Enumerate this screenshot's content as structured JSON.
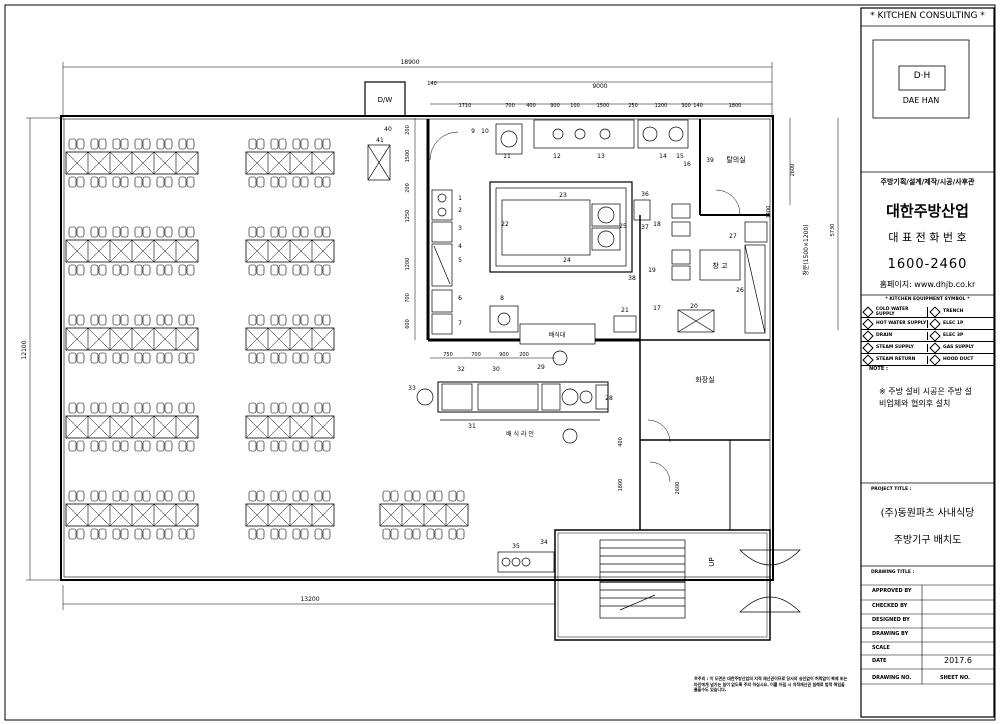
{
  "consulting": "* KITCHEN CONSULTING *",
  "logo": {
    "mark": "D·H",
    "name": "DAE HAN"
  },
  "company": {
    "services": "주방기획/설계/제작/시공/사후관",
    "name": "대한주방산업",
    "phone_label": "대 표 전 화 번 호",
    "phone": "1600-2460",
    "homepage": "홈페이지: www.dhjb.co.kr"
  },
  "symbols": {
    "title": "* KITCHEN EQUIPMENT SYMBOL *",
    "items": [
      [
        "COLD WATER SUPPLY",
        "TRENCH"
      ],
      [
        "HOT WATER SUPPLY",
        "ELEC 1P"
      ],
      [
        "DRAIN",
        "ELEC 3P"
      ],
      [
        "STEAM SUPPLY",
        "GAS SUPPLY"
      ],
      [
        "STEAM RETURN",
        "HOOD DUCT"
      ]
    ]
  },
  "note": {
    "label": "NOTE :",
    "text": "※ 주방 설비 시공은 주방 설비업체와 협의후 설치"
  },
  "project": {
    "label": "PROJECT TITLE :",
    "name": "(주)동원파츠 사내식당",
    "subtitle": "주방기구 배치도"
  },
  "drawing_title_label": "DRAWING TITLE :",
  "title_block": [
    {
      "label": "APPROVED BY",
      "value": ""
    },
    {
      "label": "CHECKED BY",
      "value": ""
    },
    {
      "label": "DESIGNED BY",
      "value": ""
    },
    {
      "label": "DRAWING BY",
      "value": ""
    },
    {
      "label": "SCALE",
      "value": ""
    },
    {
      "label": "DATE",
      "value": "2017.6"
    }
  ],
  "drawing_no_label": "DRAWING NO.",
  "sheet_no_label": "SHEET NO.",
  "disclaimer": "※주의 : 이 도면은 대한주방산업의 지적 재산권이므로 당사의 승인없이 허락없이 복제 또는 타인에게 넘기는 일이 없도록 주의 하십시요. 이를 어길 시 지적재산권 침해로 법적 책임을 물을수도 있습니다.",
  "plan": {
    "dimensions": {
      "overall_width": "18900",
      "overall_height": "12100",
      "dining_width": "13200",
      "kitchen_width": "9000",
      "d140": "140",
      "top_row": [
        "1710",
        "700",
        "400",
        "900",
        "100",
        "1500",
        "250",
        "1200",
        "300",
        "140",
        "1800"
      ],
      "left_col": [
        "200",
        "1500",
        "200",
        "1250",
        "1200",
        "700",
        "600"
      ],
      "bottom_row": [
        "750",
        "700",
        "900",
        "200"
      ],
      "right": [
        "2600",
        "5730",
        "1400"
      ],
      "toilet": [
        "400",
        "1800",
        "2600"
      ]
    },
    "rooms": {
      "dw": "D/W",
      "tea_room": "탈의실",
      "storage": "창 고",
      "toilet": "화장실",
      "serving": "배식대",
      "serving_line": "배 식 라 인",
      "window": "창문(1500×1200)",
      "up": "UP"
    },
    "equipment_numbers": [
      "1",
      "2",
      "3",
      "4",
      "5",
      "6",
      "7",
      "8",
      "9",
      "10",
      "11",
      "12",
      "13",
      "14",
      "15",
      "16",
      "17",
      "18",
      "19",
      "20",
      "21",
      "22",
      "23",
      "24",
      "25",
      "26",
      "27",
      "28",
      "29",
      "30",
      "31",
      "32",
      "33",
      "34",
      "35",
      "36",
      "37",
      "38",
      "39",
      "40",
      "41"
    ]
  }
}
